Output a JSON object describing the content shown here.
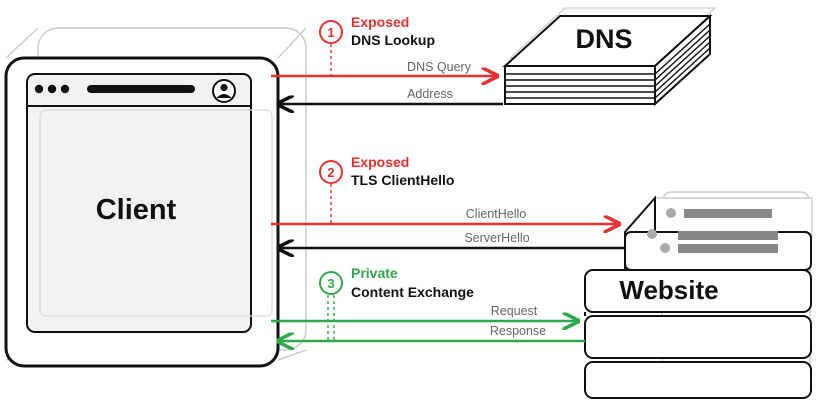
{
  "colors": {
    "exposed": "#e8312e",
    "private": "#2ea84a",
    "ink": "#111111",
    "gray": "#666666",
    "wire": "#cccccc"
  },
  "client": {
    "label": "Client"
  },
  "dns": {
    "label": "DNS"
  },
  "website": {
    "label": "Website"
  },
  "steps": [
    {
      "number": "1",
      "status": "Exposed",
      "name": "DNS Lookup"
    },
    {
      "number": "2",
      "status": "Exposed",
      "name": "TLS ClientHello"
    },
    {
      "number": "3",
      "status": "Private",
      "name": "Content Exchange"
    }
  ],
  "messages": {
    "dns_query": "DNS Query",
    "address": "Address",
    "client_hello": "ClientHello",
    "server_hello": "ServerHello",
    "request": "Request",
    "response": "Response"
  }
}
